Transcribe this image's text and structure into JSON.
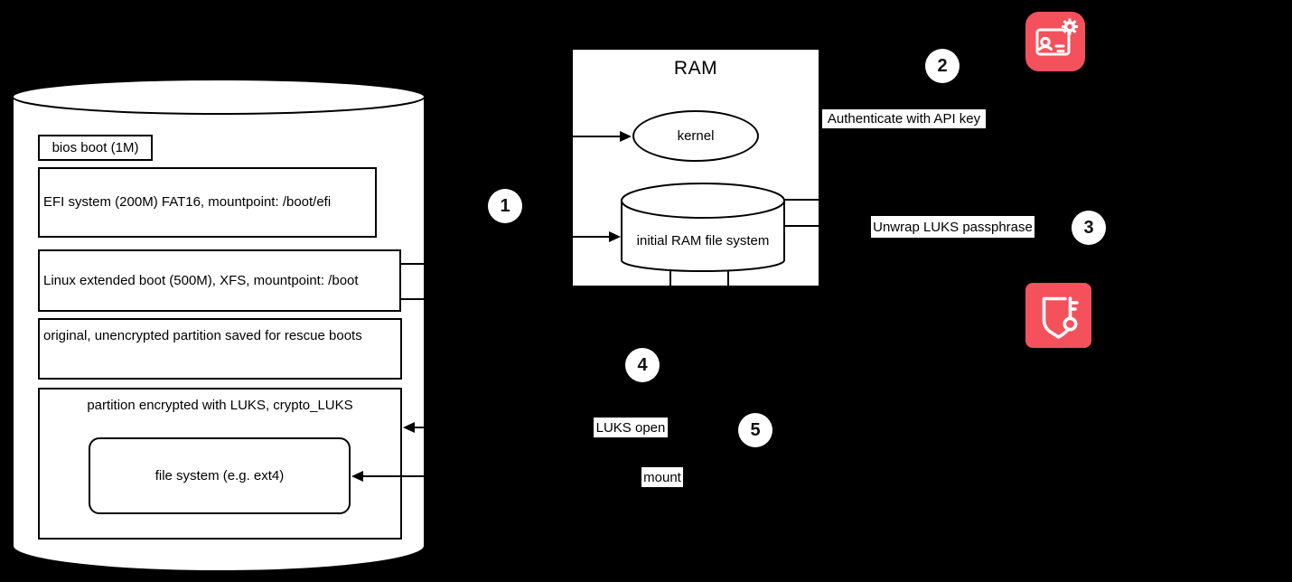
{
  "scene": {
    "background_color": "#000000",
    "shape_fill_color": "#ffffff",
    "stroke_color": "#000000",
    "accent_red": "#F4515C"
  },
  "disk": {
    "partitions": [
      {
        "label": "bios boot (1M)"
      },
      {
        "label": "EFI system (200M) FAT16, mountpoint: /boot/efi"
      },
      {
        "label": "Linux extended boot (500M), XFS, mountpoint: /boot"
      },
      {
        "label": "original, unencrypted partition saved for rescue boots"
      },
      {
        "label": "partition encrypted with LUKS, crypto_LUKS"
      }
    ],
    "file_system_label": "file system (e.g. ext4)"
  },
  "ram": {
    "title": "RAM",
    "kernel_label": "kernel",
    "initrd_label": "initial RAM file system"
  },
  "steps": [
    "1",
    "2",
    "3",
    "4",
    "5"
  ],
  "annotations": {
    "authenticate": "Authenticate with API key",
    "unwrap": "Unwrap LUKS passphrase",
    "luks_open": "LUKS open",
    "mount": "mount"
  },
  "icons": {
    "top_right": "id-card-gear-icon",
    "middle_right": "shield-key-icon"
  }
}
